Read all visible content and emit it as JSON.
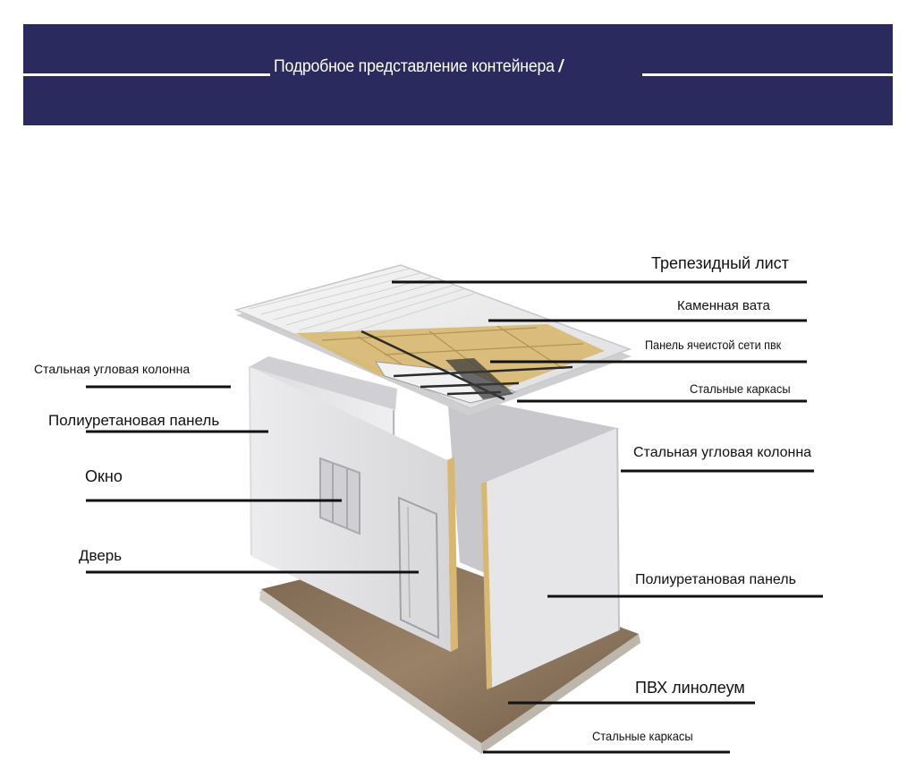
{
  "header": {
    "title": "Подробное представление контейнера",
    "tick_mark": "/"
  },
  "labels": {
    "trapezoid_sheet": "Трепезидный лист",
    "stone_wool": "Каменная вата",
    "pvc_mesh_panel": "Панель ячеистой сети пвк",
    "steel_frames_top": "Стальные каркасы",
    "corner_column_left": "Стальная угловая колонна",
    "pu_panel_left": "Полиуретановая панель",
    "window": "Окно",
    "door": "Дверь",
    "corner_column_right": "Стальная угловая колонна",
    "pu_panel_right": "Полиуретановая панель",
    "pvc_linoleum": "ПВХ линолеум",
    "steel_frames_bottom": "Стальные каркасы"
  },
  "colors": {
    "banner": "#2a2a5e",
    "panel": "#e4e4e6",
    "insulation": "#d8b870",
    "floor": "#8a7258"
  }
}
